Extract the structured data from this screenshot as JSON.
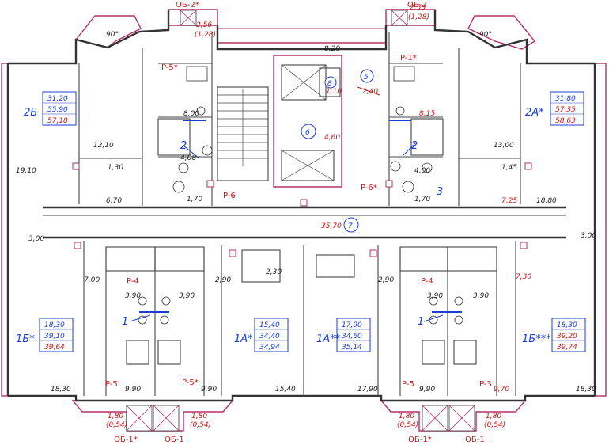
{
  "balcony_labels": {
    "ob2_left": "ОБ-2*",
    "ob2_right": "ОБ-2",
    "ob1_ll": "ОБ-1*",
    "ob1_lr": "ОБ-1",
    "ob1_rl": "ОБ-1*",
    "ob1_rr": "ОБ-1"
  },
  "balcony_areas": {
    "top_left": "2,56",
    "top_left_k": "(1,28)",
    "top_right": "2,56",
    "top_right_k": "(1,28)",
    "bl1": "1,80",
    "bl1_k": "(0,54)",
    "bl2": "1,80",
    "bl2_k": "(0,54)",
    "br1": "1,80",
    "br1_k": "(0,54)",
    "br2": "1,80",
    "br2_k": "(0,54)"
  },
  "angles": {
    "left": "90°",
    "right": "90°"
  },
  "risers": {
    "p5_top": "P-5*",
    "p1_top": "P-1*",
    "p6_left": "P-6",
    "p6_right": "P-6*",
    "p4_left": "P-4",
    "p4_right": "P-4",
    "p5_bl": "P-5",
    "p5_br": "P-5*",
    "p5_rl": "P-5",
    "p3": "P-3"
  },
  "apartments": {
    "a2b": {
      "name": "2Б",
      "v1": "31,20",
      "v2": "55,90",
      "v3": "57,18"
    },
    "a2a": {
      "name": "2А*",
      "v1": "31,80",
      "v2": "57,35",
      "v3": "58,63"
    },
    "a1b_left": {
      "name": "1Б*",
      "v1": "18,30",
      "v2": "39,10",
      "v3": "39,64"
    },
    "a1a_left": {
      "name": "1А*",
      "v1": "15,40",
      "v2": "34,40",
      "v3": "34,94"
    },
    "a1a_right": {
      "name": "1А**",
      "v1": "17,90",
      "v2": "34,60",
      "v3": "35,14"
    },
    "a1b_right": {
      "name": "1Б***",
      "v1": "18,30",
      "v2": "39,20",
      "v3": "39,74"
    }
  },
  "room_areas": {
    "r8_20": "8,20",
    "r12_10": "12,10",
    "r19_10": "19,10",
    "r1_30": "1,30",
    "r6_70": "6,70",
    "r8_00": "8,00",
    "r4_08": "4,08",
    "r1_70l": "1,70",
    "r3_00": "3,00",
    "r7_00": "7,00",
    "r3_90a": "3,90",
    "r3_90b": "3,90",
    "r2_90l": "2,90",
    "r2_30": "2,30",
    "r18_30l": "18,30",
    "r9_90a": "9,90",
    "r9_90b": "9,90",
    "r15_40": "15,40",
    "r1_10": "1,10",
    "r2_40": "2,40",
    "r4_60": "4,60",
    "r35_70": "35,70",
    "r8_15": "8,15",
    "r13_00": "13,00",
    "r1_45": "1,45",
    "r4_00": "4,00",
    "r1_70r": "1,70",
    "r7_25": "7,25",
    "r18_80": "18,80",
    "r3_00r": "3,00",
    "r7_30": "7,30",
    "r2_90r": "2,90",
    "r3_90c": "3,90",
    "r3_90d": "3,90",
    "r17_90": "17,90",
    "r9_90c": "9,90",
    "r9_70": "9,70",
    "r18_30r": "18,30"
  },
  "markers": {
    "m1_left": "1",
    "m2_left": "2",
    "m5": "5",
    "m6": "6",
    "m7": "7",
    "m8": "8",
    "m2_right": "2",
    "m3_right": "3",
    "m1_right": "1"
  }
}
